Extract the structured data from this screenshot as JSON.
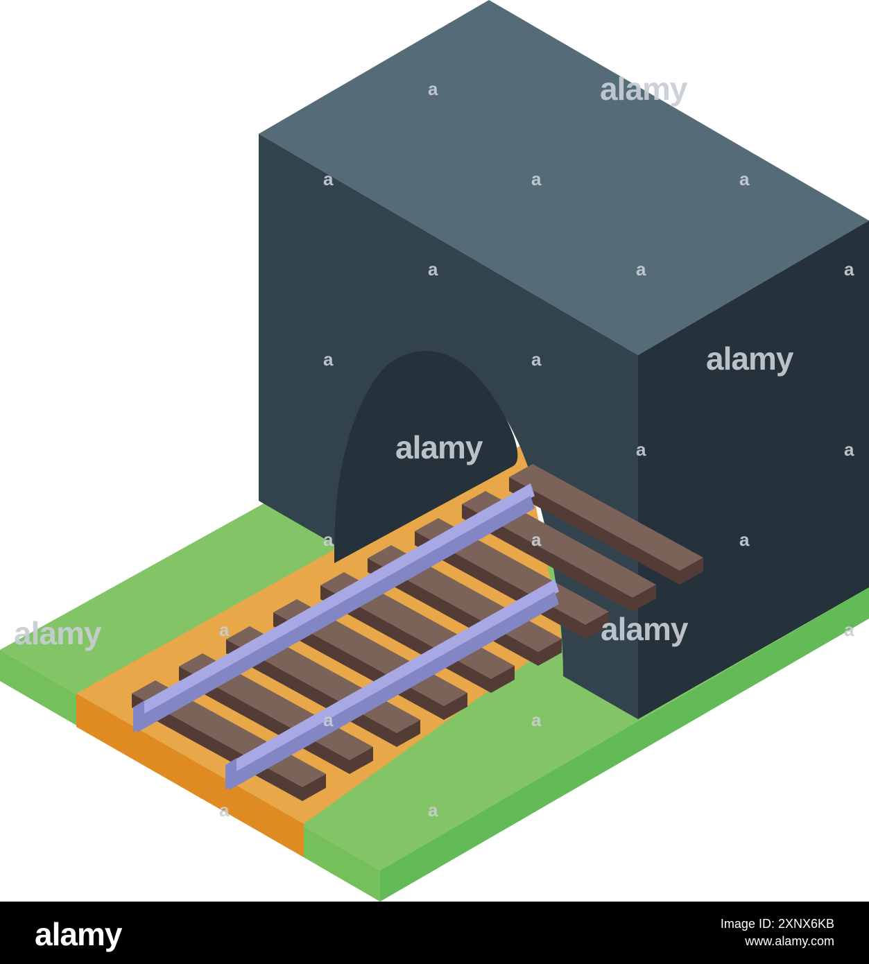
{
  "colors": {
    "tunnel_top": "#566b78",
    "tunnel_front": "#33434e",
    "tunnel_side": "#25323b",
    "arch_inner": "#25323b",
    "grass_top": "#82c466",
    "grass_edge_left": "#75c05a",
    "grass_edge_right": "#62bb56",
    "ballast_top": "#e8a748",
    "ballast_edge": "#df8b22",
    "sleeper_top": "#7c635a",
    "sleeper_side": "#533b36",
    "rail_top": "#a8a9e4",
    "rail_side": "#8286c4",
    "watermark": "#c8cdd4"
  },
  "watermark": {
    "word": "alamy",
    "mark": "a"
  },
  "footer": {
    "brand": "alamy",
    "image_id": "Image ID: 2XNX6KB",
    "site": "www.alamy.com"
  }
}
